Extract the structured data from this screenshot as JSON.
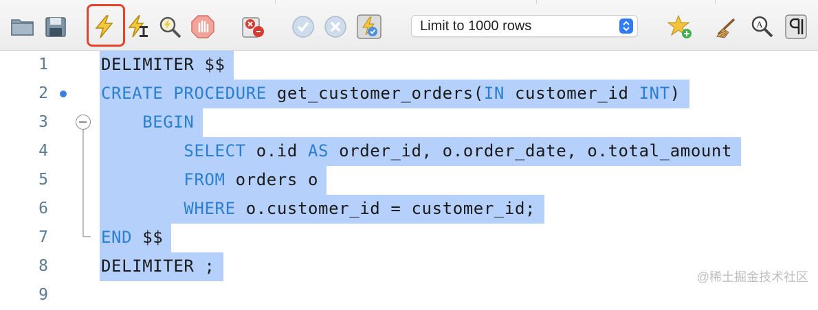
{
  "toolbar": {
    "limit_label": "Limit to 1000 rows",
    "icons": [
      "folder-icon",
      "save-icon",
      "execute-icon",
      "execute-current-icon",
      "explain-icon",
      "stop-icon",
      "stop-on-error-icon",
      "commit-icon",
      "rollback-icon",
      "autocommit-icon",
      "add-snippet-icon",
      "beautify-icon",
      "find-icon",
      "invisibles-icon"
    ]
  },
  "editor": {
    "lines": [
      {
        "num": "1",
        "tokens": [
          {
            "t": "DELIMITER $$",
            "k": "str"
          }
        ]
      },
      {
        "num": "2",
        "tokens": [
          {
            "t": "CREATE PROCEDURE",
            "k": "kw"
          },
          {
            "t": " get_customer_orders(",
            "k": "str"
          },
          {
            "t": "IN",
            "k": "kw"
          },
          {
            "t": " customer_id ",
            "k": "str"
          },
          {
            "t": "INT",
            "k": "kw"
          },
          {
            "t": ")",
            "k": "str"
          }
        ]
      },
      {
        "num": "3",
        "tokens": [
          {
            "t": "    ",
            "k": "str"
          },
          {
            "t": "BEGIN",
            "k": "kw"
          }
        ]
      },
      {
        "num": "4",
        "tokens": [
          {
            "t": "        ",
            "k": "str"
          },
          {
            "t": "SELECT",
            "k": "kw"
          },
          {
            "t": " o.id ",
            "k": "str"
          },
          {
            "t": "AS",
            "k": "kw"
          },
          {
            "t": " order_id, o.order_date, o.total_amount",
            "k": "str"
          }
        ]
      },
      {
        "num": "5",
        "tokens": [
          {
            "t": "        ",
            "k": "str"
          },
          {
            "t": "FROM",
            "k": "kw"
          },
          {
            "t": " orders o",
            "k": "str"
          }
        ]
      },
      {
        "num": "6",
        "tokens": [
          {
            "t": "        ",
            "k": "str"
          },
          {
            "t": "WHERE",
            "k": "kw"
          },
          {
            "t": " o.customer_id = customer_id;",
            "k": "str"
          }
        ]
      },
      {
        "num": "7",
        "tokens": [
          {
            "t": "END",
            "k": "kw"
          },
          {
            "t": " $$",
            "k": "str"
          }
        ]
      },
      {
        "num": "8",
        "tokens": [
          {
            "t": "DELIMITER ;",
            "k": "str"
          }
        ]
      },
      {
        "num": "9",
        "tokens": []
      }
    ]
  },
  "watermark": "@稀土掘金技术社区"
}
